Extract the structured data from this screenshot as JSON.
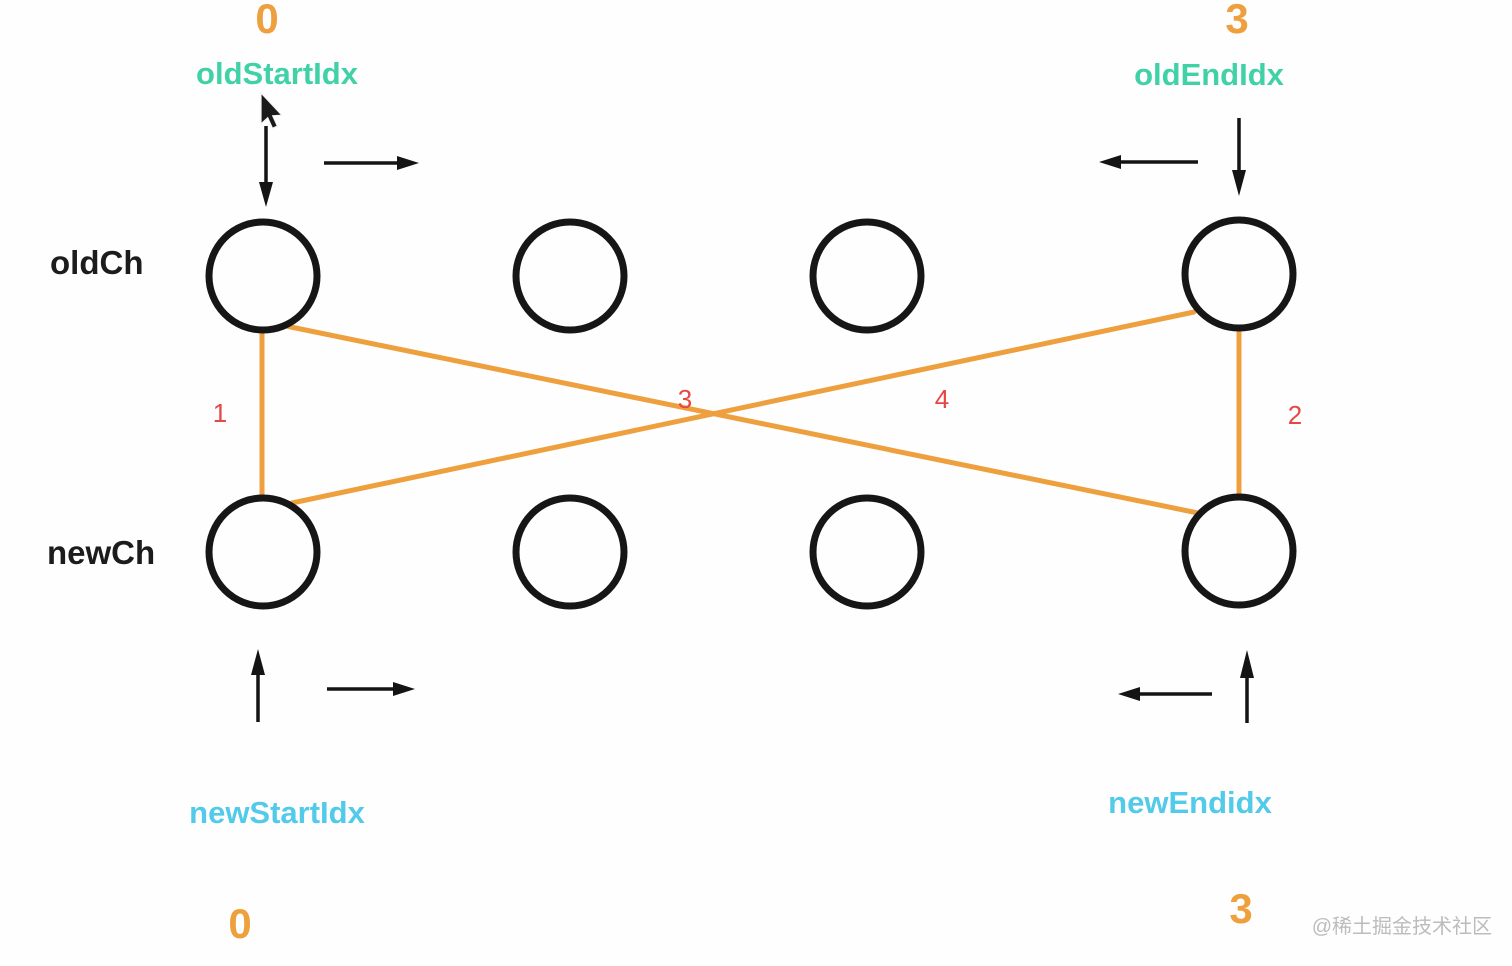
{
  "diagram": {
    "old_row_label": "oldCh",
    "new_row_label": "newCh",
    "pointers": {
      "old_start": {
        "label": "oldStartIdx",
        "value": "0"
      },
      "old_end": {
        "label": "oldEndIdx",
        "value": "3"
      },
      "new_start": {
        "label": "newStartIdx",
        "value": "0"
      },
      "new_end": {
        "label": "newEndidx",
        "value": "3"
      }
    },
    "step_numbers": {
      "left_vertical": "1",
      "right_vertical": "2",
      "cross_descending": "3",
      "cross_ascending": "4"
    }
  },
  "watermark": "@稀土掘金技术社区",
  "colors": {
    "orange": "#efa03e",
    "teal": "#41d1a6",
    "cyan": "#52cae9",
    "red": "#e64744",
    "black": "#161616",
    "watermark_gray": "#bcbcbc",
    "background": "#fefefe"
  }
}
